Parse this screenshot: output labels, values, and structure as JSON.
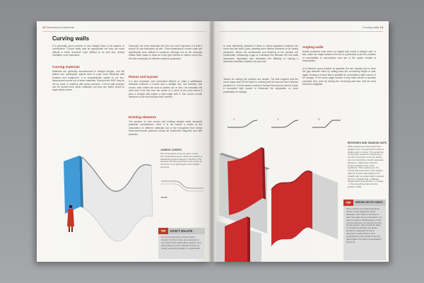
{
  "left_page": {
    "page_number": "12",
    "running_head": "Dimensional elements",
    "title": "Curving walls",
    "intro": "It is generally good practice to use straight lines in all aspects of construction. Curved walls may be appropriate but they are more difficult to build, therefore more difficult to do well and, almost inevitably, more expensive.",
    "materials_heading": "Curving materials",
    "materials_text": "Materials are generally manufactured in straight lengths, and flat planes and rectangular spaces tend to cope more efficiently with furniture and equipment. It is comparatively simple to cut two-dimensional curves out of sheet materials. Plywood and MDF may be cut by hand or machine with great precision. Curved wall surfaces can be formed from sheet materials, but they are better suited to large-radius curves.",
    "column2_text": "Generally, the more elaborate the form the more important it is that it should be pre-fabricated off site. Three-dimensional curved walls are significantly more difficult to construct, although not so the compass makes them easier to draw so it can give interest to interior forms into the skin necessary for efficient machine production.",
    "planes_heading": "Planes and layouts",
    "planes_text": "It is also important, and convenient difficult, to make a satisfactory transition between a curved and a straight line, and between two curves, even where the work is carried out on site. The transition will work best if the line from the centre of a curve to the point where it joins a straight wall makes a right angle with it. Two curves should intersect on the line that joins their centres.",
    "existing_heading": "Existing elements",
    "existing_text": "The junction of new curved and existing straight walls demands particular consideration. Here, it is not merely a matter of the conjunction of different materials but of the recognition that formal three-dimensional gestures should be expressed elegantly and with precision.",
    "joining_heading": "JOINING CURVES",
    "joining_text": "The components of any complex curved form should flow freely, without any abrupt or awkwardly angled changes in direction. The transition will often work best if the centre of the curve is at a right angle to the straight elements.",
    "plan_label": "PLAN",
    "tip_tag": "TIP",
    "tip_title": "DON'T DILUTE",
    "tip_text": "It is not enough just to create visual interest, but if too many are employed in one interior their effect will be diluted. They will certainly be more dramatic if they are clearly pointed by straight or angled walls."
  },
  "right_page": {
    "page_number": "13",
    "running_head": "Curving walls",
    "col1_text": "is most effectively achieved if there is visual separation between the curve and the wall it joins, allowing them distinct elements to be clearly perceived. Where the construction and finishing of the junction are problematic, introducing a gap or a shadow line between the two walls decreases, separation also eliminates the difficulty of making a seamless transition between old and new.",
    "col1_text2": "Tactics for solving the problem are simple. The first requires that the curve stops short of the wall it is meeting and the second that it finishes parallel to it. In both cases a recess is formed that may be used to house a concealed light source to illuminate the separation or, more prosaically, for storage.",
    "angling_heading": "Angling walls",
    "angling_text": "Similar problems exist when an angled wall meets a straight wall. In fact, when the angle between the two is particularly acute the problem of accessibility to construction and use of the space created is exacerbated.",
    "angling_text2": "It is therefore good practice to separate the two visually and to close the gap between them by setting back the connecting length of wall, again creating a recess that is suitable for concealing a light source or for storage. In the acute angle formed, it may make sense to sacrifice unusable floor area by turning the enclosing wall face until the area becomes negligible.",
    "diagram_labels": [
      "1",
      "2",
      "3"
    ],
    "recess_heading": "RECESSES AND SHADOW GAPS",
    "recess_text": "When angled and curved wall meet straight ones, it is good idea to leave a shallow gap or recess. This avoids the construction problems of achieving a smooth connection at the two planes and, as importantly, visually separates elements, making them and the junction between them more significant. Three options are: the curved wall stops short of the straight wall; the curved wall parallel to the straight wall; an angled wall is stopped short of a straight wall, a different physical and visual junction is created – if the everything intersects the junction neatly.",
    "tip_tag": "TIP",
    "tip_title": "SEEING BOTH SIDES",
    "tip_text": "Since curved and angled wall ideas tend to create significant visual episodes, their effect on the floor in their rear must not be overlooked. It is easy to create residual spaces on the reverse that does not benefit from the formal gesture. Care should be taken in considering whether the space should be separated off and a parameter created that is more sympathetic to the straight lines and right angles of furniture and utilitarian elements."
  },
  "colors": {
    "accent": "#c0392b",
    "blue_wall": "#3f9ad6",
    "red_wall": "#c92a2a",
    "grey_edge": "#8f8f8f",
    "tip_bg": "#dcdcdc"
  }
}
